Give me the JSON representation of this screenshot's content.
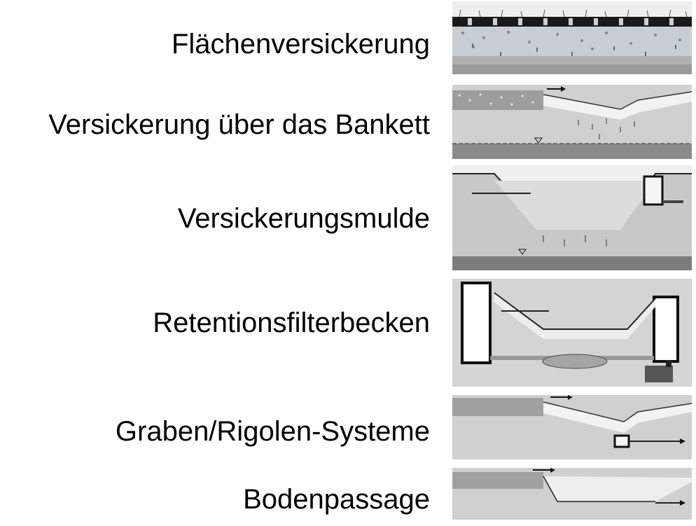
{
  "methods": [
    {
      "label": "Flächenversickerung"
    },
    {
      "label": "Versickerung über das Bankett"
    },
    {
      "label": "Versickerungsmulde"
    },
    {
      "label": "Retentionsfilterbecken"
    },
    {
      "label": "Graben/Rigolen-Systeme"
    },
    {
      "label": "Bodenpassage"
    }
  ]
}
